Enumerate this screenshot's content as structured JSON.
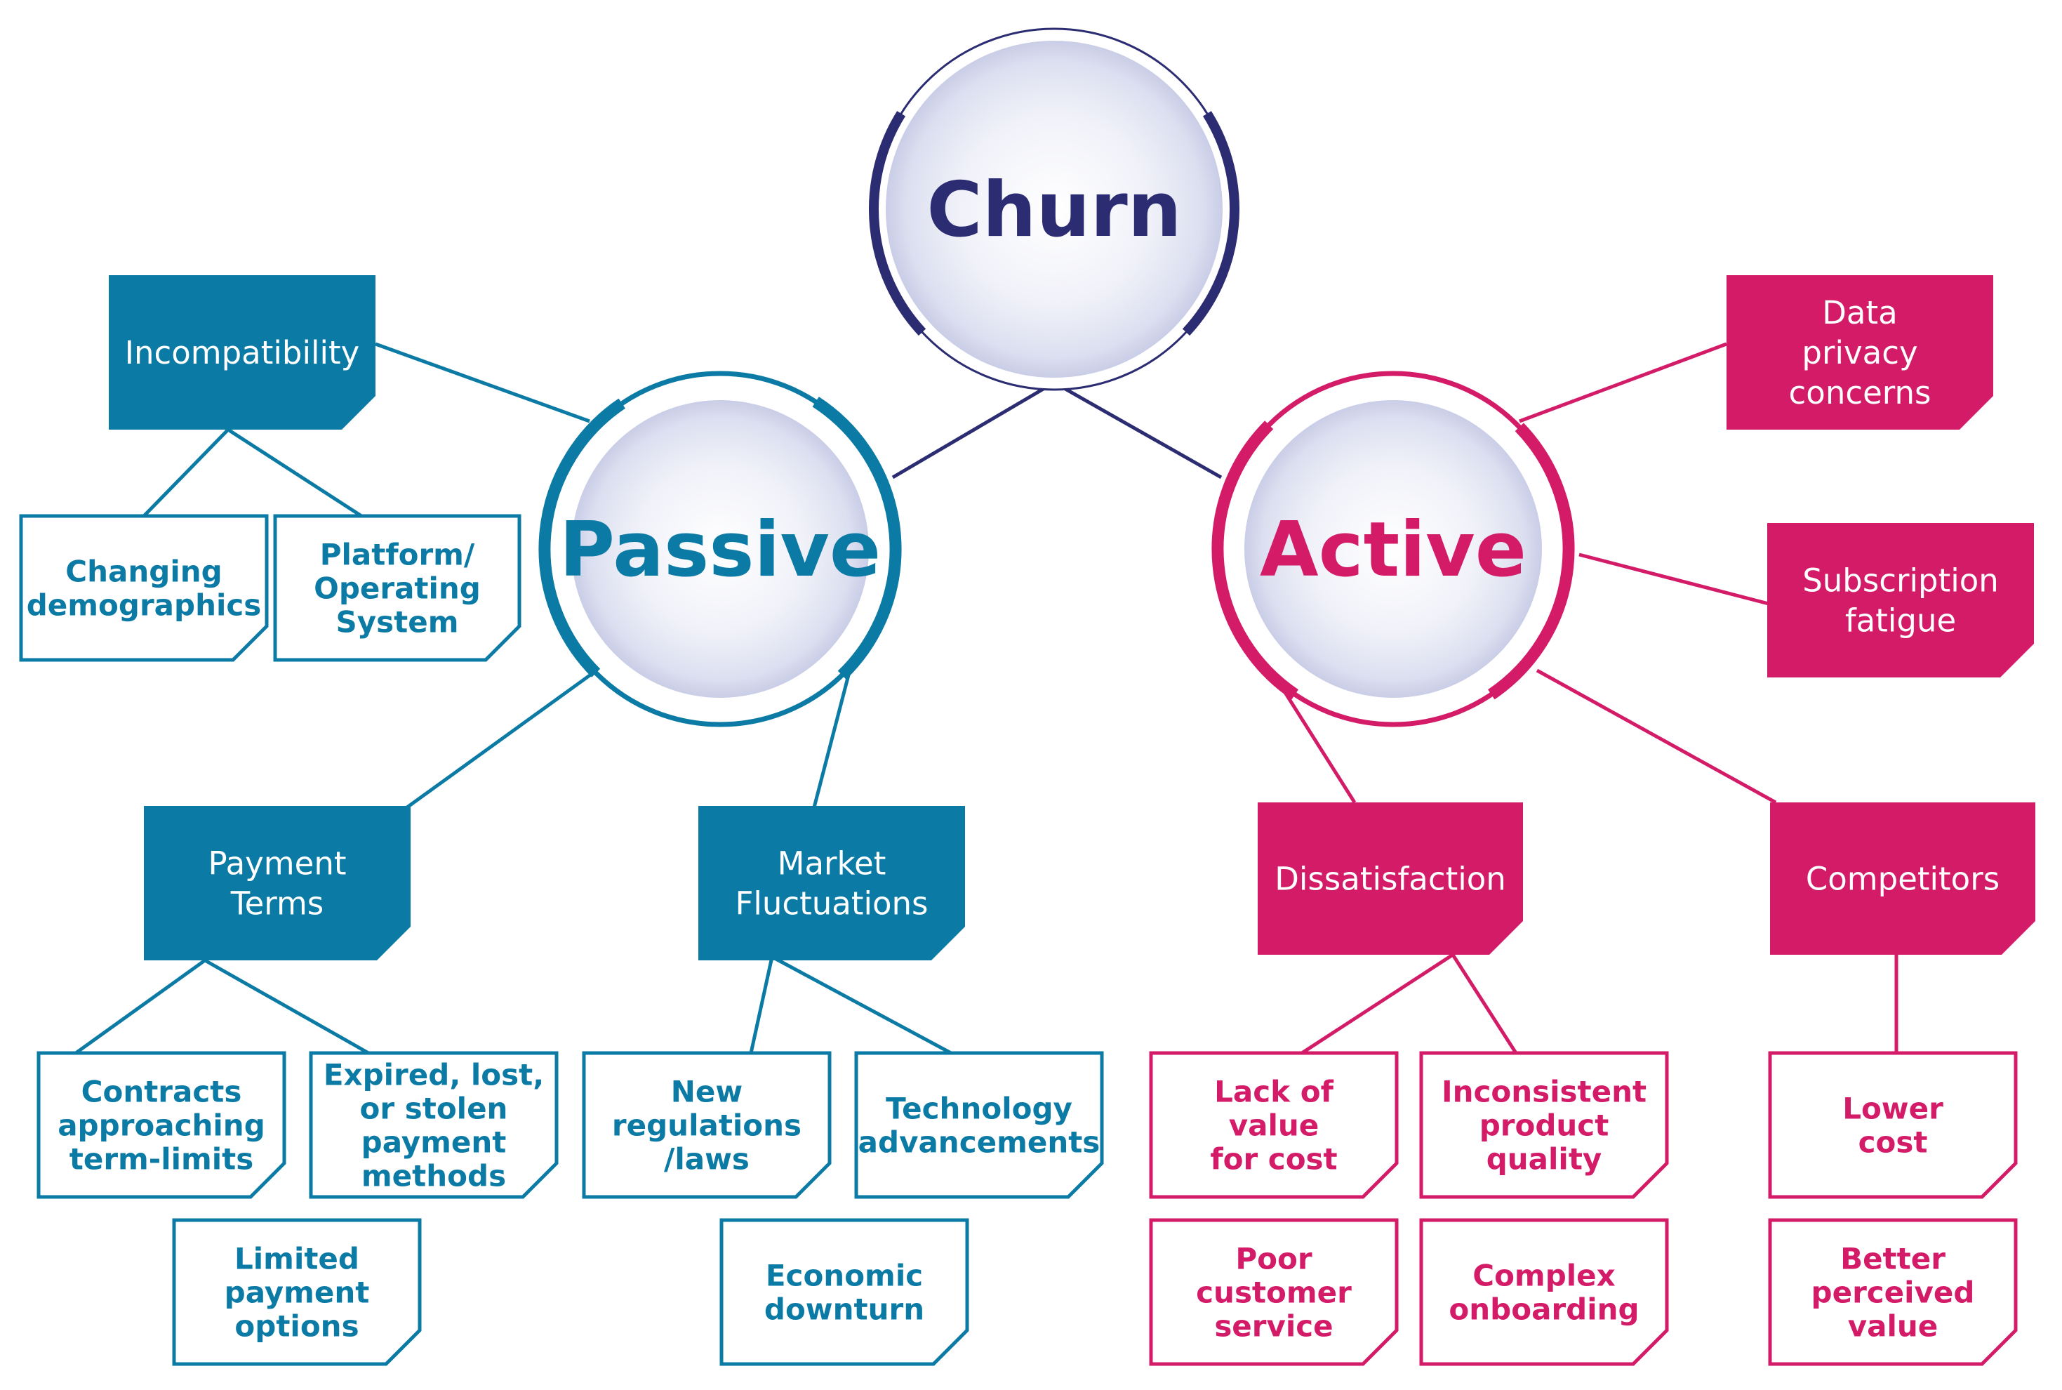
{
  "colors": {
    "navy": "#2b2c72",
    "teal": "#0b7ba5",
    "magenta": "#d31b68",
    "circle_core": "#dde0f0",
    "circle_edge": "#ffffff"
  },
  "nodes": {
    "churn": {
      "label": "Churn"
    },
    "passive": {
      "label": "Passive"
    },
    "active": {
      "label": "Active"
    }
  },
  "passive_branch": {
    "incompatibility": {
      "label": [
        "Incompatibility"
      ],
      "children": [
        {
          "label": [
            "Changing",
            "demographics"
          ]
        },
        {
          "label": [
            "Platform/",
            "Operating",
            "System"
          ]
        }
      ]
    },
    "payment_terms": {
      "label": [
        "Payment",
        "Terms"
      ],
      "children": [
        {
          "label": [
            "Contracts",
            "approaching",
            "term-limits"
          ]
        },
        {
          "label": [
            "Expired, lost,",
            "or stolen",
            "payment",
            "methods"
          ]
        },
        {
          "label": [
            "Limited",
            "payment",
            "options"
          ]
        }
      ]
    },
    "market_fluctuations": {
      "label": [
        "Market",
        "Fluctuations"
      ],
      "children": [
        {
          "label": [
            "New",
            "regulations",
            "/laws"
          ]
        },
        {
          "label": [
            "Technology",
            "advancements"
          ]
        },
        {
          "label": [
            "Economic",
            "downturn"
          ]
        }
      ]
    }
  },
  "active_branch": {
    "data_privacy": {
      "label": [
        "Data",
        "privacy",
        "concerns"
      ]
    },
    "subscription_fatigue": {
      "label": [
        "Subscription",
        "fatigue"
      ]
    },
    "dissatisfaction": {
      "label": [
        "Dissatisfaction"
      ],
      "children": [
        {
          "label": [
            "Lack of",
            "value",
            "for cost"
          ]
        },
        {
          "label": [
            "Inconsistent",
            "product",
            "quality"
          ]
        },
        {
          "label": [
            "Poor",
            "customer",
            "service"
          ]
        },
        {
          "label": [
            "Complex",
            "onboarding"
          ]
        }
      ]
    },
    "competitors": {
      "label": [
        "Competitors"
      ],
      "children": [
        {
          "label": [
            "Lower",
            "cost"
          ]
        },
        {
          "label": [
            "Better",
            "perceived",
            "value"
          ]
        }
      ]
    }
  }
}
